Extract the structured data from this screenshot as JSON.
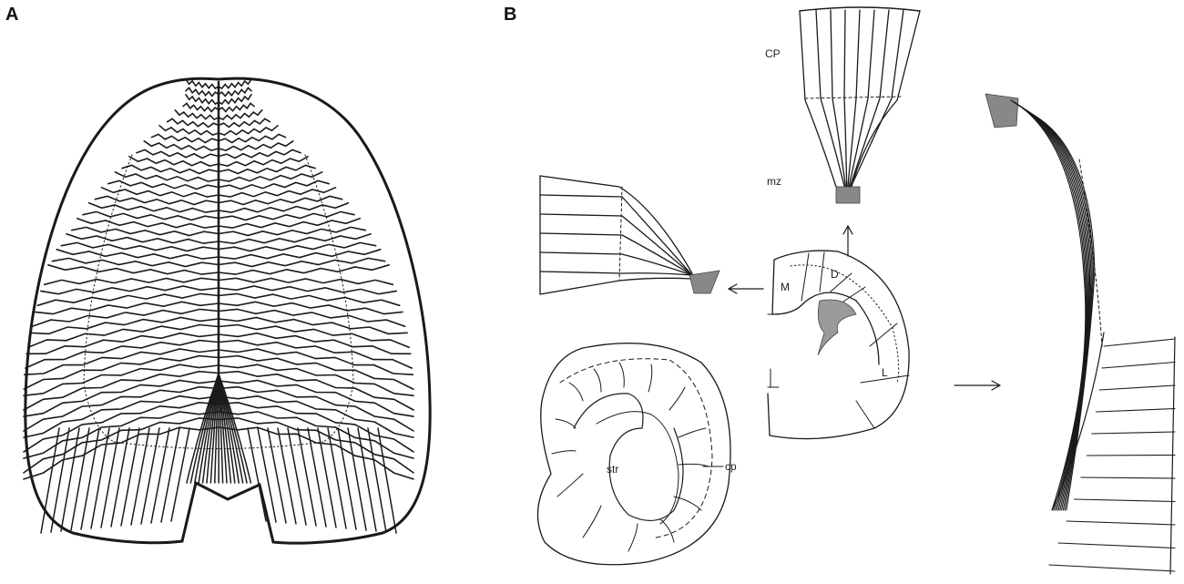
{
  "panels": {
    "a": {
      "letter": "A"
    },
    "b": {
      "letter": "B",
      "labels": {
        "cp_upper": "CP",
        "mz": "mz",
        "region_m": "M",
        "region_d": "D",
        "region_l": "L",
        "str": "str",
        "cp_lower": "cp"
      }
    }
  },
  "colors": {
    "ink": "#1a1a1a",
    "stipple": "#777777",
    "background": "#ffffff"
  }
}
